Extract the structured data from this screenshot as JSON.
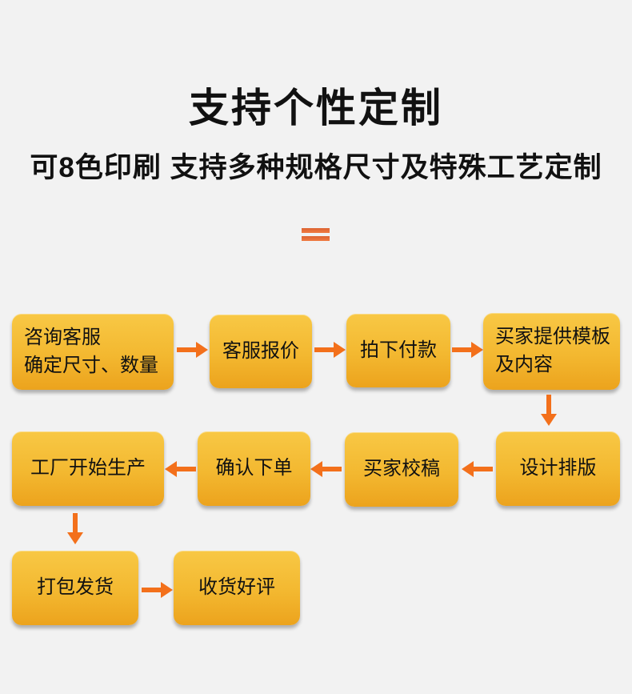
{
  "header": {
    "title": "支持个性定制",
    "subtitle": "可8色印刷 支持多种规格尺寸及特殊工艺定制"
  },
  "divider": {
    "icon": "equals-divider-icon"
  },
  "flow": {
    "steps": [
      {
        "order": 1,
        "label": "咨询客服\n确定尺寸、数量"
      },
      {
        "order": 2,
        "label": "客服报价"
      },
      {
        "order": 3,
        "label": "拍下付款"
      },
      {
        "order": 4,
        "label": "买家提供模板\n及内容"
      },
      {
        "order": 5,
        "label": "设计排版"
      },
      {
        "order": 6,
        "label": "买家校稿"
      },
      {
        "order": 7,
        "label": "确认下单"
      },
      {
        "order": 8,
        "label": "工厂开始生产"
      },
      {
        "order": 9,
        "label": "打包发货"
      },
      {
        "order": 10,
        "label": "收货好评"
      }
    ],
    "arrows": [
      "right",
      "right",
      "right",
      "down",
      "left",
      "left",
      "left",
      "down",
      "right"
    ],
    "layout_rows": [
      [
        "咨询客服 确定尺寸、数量",
        "客服报价",
        "拍下付款",
        "买家提供模板 及内容"
      ],
      [
        "工厂开始生产",
        "确认下单",
        "买家校稿",
        "设计排版"
      ],
      [
        "打包发货",
        "收货好评"
      ]
    ]
  },
  "icons": {
    "flow_right": "arrow-right-icon",
    "flow_left": "arrow-left-icon",
    "flow_down": "arrow-down-icon",
    "divider": "equals-divider-icon"
  },
  "colors": {
    "background": "#F2F2F2",
    "box_gradient_top": "#F8C845",
    "box_gradient_mid": "#F3B830",
    "box_gradient_bottom": "#ECA31D",
    "arrow_orange": "#F3701B",
    "divider_orange": "#E8703A",
    "title_text": "#111111",
    "box_text": "#111111"
  }
}
